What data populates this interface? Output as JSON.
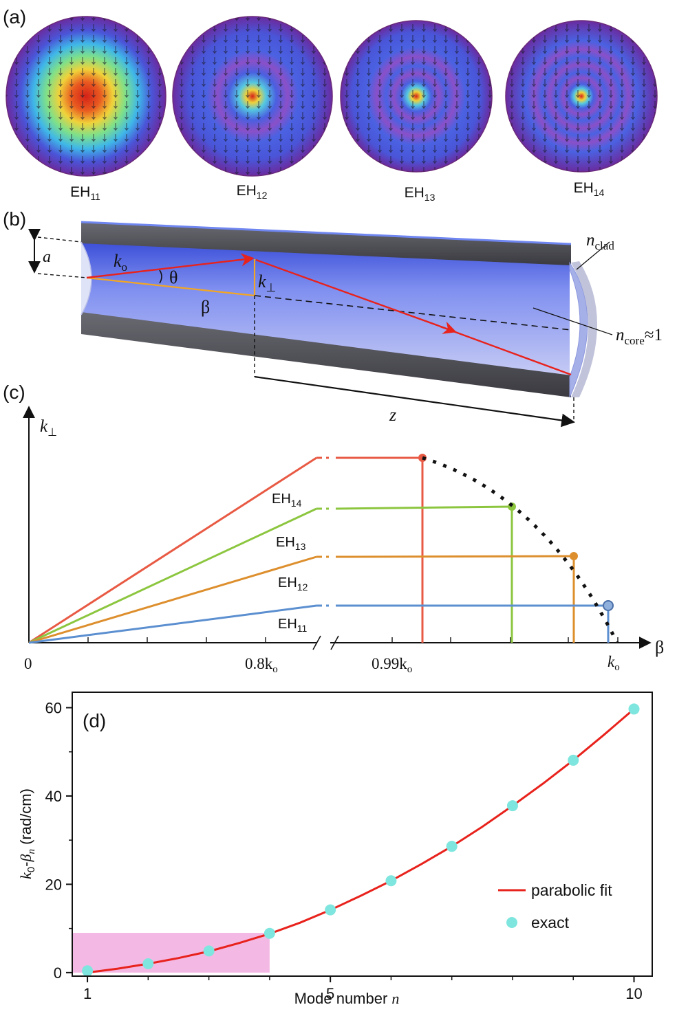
{
  "panels": {
    "a": {
      "label": "(a)"
    },
    "b": {
      "label": "(b)"
    },
    "c": {
      "label": "(c)"
    },
    "d": {
      "label": "(d)"
    }
  },
  "modes": [
    {
      "base": "EH",
      "sub": "11"
    },
    {
      "base": "EH",
      "sub": "12"
    },
    {
      "base": "EH",
      "sub": "13"
    },
    {
      "base": "EH",
      "sub": "14"
    }
  ],
  "fiber": {
    "a_label": "a",
    "k0_base": "k",
    "k0_sub": "o",
    "theta": "θ",
    "kperp_base": "k",
    "kperp_sub": "⊥",
    "beta": "β",
    "z_label": "z",
    "nclad_base": "n",
    "nclad_sub": "clad",
    "ncore_base": "n",
    "ncore_sub": "core",
    "ncore_tail": "≈1"
  },
  "dispersion": {
    "y_base": "k",
    "y_sub": "⊥",
    "x_label": "β",
    "tick_0": "0",
    "tick_08_pre": "0.8k",
    "tick_08_sub": "o",
    "tick_099_pre": "0.99k",
    "tick_099_sub": "o",
    "tick_k0_base": "k",
    "tick_k0_sub": "o",
    "colors": {
      "EH11": "#5b8fd0",
      "EH12": "#dd8f2e",
      "EH13": "#8cc63f",
      "EH14": "#e85a44"
    }
  },
  "chart_data": {
    "type": "scatter",
    "xlabel_pre": "Mode number ",
    "xlabel_var": "n",
    "ylabel_k": "k",
    "ylabel_k_sub": "0",
    "ylabel_dash": "-",
    "ylabel_beta": "β",
    "ylabel_beta_sub": "n",
    "ylabel_unit": " (rad/cm)",
    "xlim": [
      0.75,
      10.3
    ],
    "ylim": [
      -0.8,
      63.5
    ],
    "x_ticks": [
      1,
      5,
      10
    ],
    "y_ticks": [
      0,
      20,
      40,
      60
    ],
    "x_minor": [
      2,
      3,
      4,
      6,
      7,
      8,
      9
    ],
    "y_minor": [
      10,
      30,
      50
    ],
    "series": [
      {
        "name": "parabolic fit",
        "kind": "line",
        "color": "#e8221c",
        "x": [
          1,
          1.5,
          2,
          2.5,
          3,
          3.5,
          4,
          4.5,
          5,
          5.5,
          6,
          6.5,
          7,
          7.5,
          8,
          8.5,
          9,
          9.5,
          10
        ],
        "y": [
          0,
          0.9,
          2.0,
          3.3,
          4.8,
          6.7,
          8.8,
          11.3,
          14.2,
          17.4,
          20.8,
          24.6,
          28.6,
          33.0,
          37.8,
          42.8,
          48.1,
          53.8,
          59.7
        ]
      },
      {
        "name": "exact",
        "kind": "points",
        "color": "#7ee6de",
        "x": [
          1,
          2,
          3,
          4,
          5,
          6,
          7,
          8,
          9,
          10
        ],
        "y": [
          0.4,
          2.0,
          4.9,
          8.9,
          14.2,
          20.8,
          28.6,
          37.8,
          48.1,
          59.7
        ]
      }
    ],
    "highlight": {
      "x": [
        0.75,
        4
      ],
      "y": [
        0,
        9
      ],
      "color": "#f4b8e4"
    },
    "legend_position": "right"
  }
}
